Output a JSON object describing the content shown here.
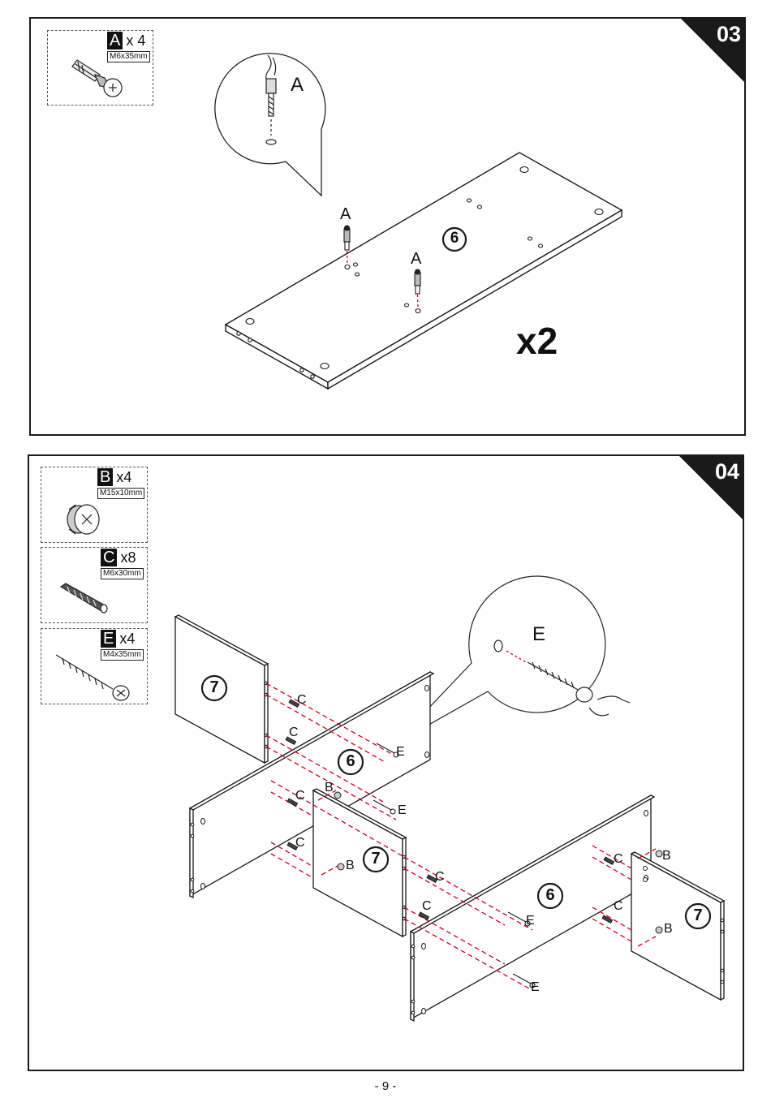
{
  "page_number": "- 9 -",
  "step3": {
    "step_number": "03",
    "hardware": [
      {
        "letter": "A",
        "qty": "x 4",
        "size": "M6x35mm",
        "icon": "cam-bolt-icon"
      }
    ],
    "zoom_label": "A",
    "panel_label": "6",
    "fastener_labels": [
      "A",
      "A"
    ],
    "multiplier": "x2"
  },
  "step4": {
    "step_number": "04",
    "hardware": [
      {
        "letter": "B",
        "qty": "x4",
        "size": "M15x10mm",
        "icon": "cam-lock-icon"
      },
      {
        "letter": "C",
        "qty": "x8",
        "size": "M6x30mm",
        "icon": "wood-dowel-icon"
      },
      {
        "letter": "E",
        "qty": "x4",
        "size": "M4x35mm",
        "icon": "screw-icon"
      }
    ],
    "zoom_label": "E",
    "panel_labels": {
      "left_side": "7",
      "back_top": "6",
      "middle_side": "7",
      "front_bottom": "6",
      "right_side": "7"
    },
    "callouts": {
      "c": "C",
      "b": "B",
      "e": "E"
    }
  }
}
